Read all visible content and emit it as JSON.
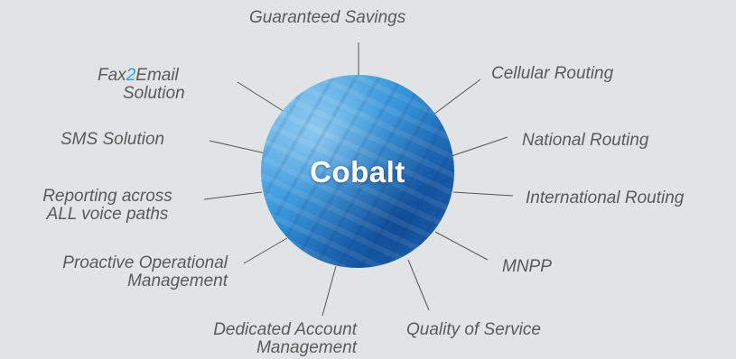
{
  "center": {
    "title": "Cobalt"
  },
  "features": {
    "guaranteed_savings": "Guaranteed Savings",
    "cellular_routing": "Cellular Routing",
    "national_routing": "National Routing",
    "international_routing": "International Routing",
    "mnpp": "MNPP",
    "quality_of_service": "Quality of Service",
    "dedicated_account": {
      "line1": "Dedicated Account",
      "line2": "Management"
    },
    "proactive_operational": {
      "line1": "Proactive Operational",
      "line2": "Management"
    },
    "reporting": {
      "line1": "Reporting across",
      "line2": "ALL voice paths"
    },
    "sms_solution": "SMS Solution",
    "fax2email": {
      "pre": "Fax",
      "accent": "2",
      "post": "Email",
      "line2": "Solution"
    }
  },
  "colors": {
    "background": "#e2e3e4",
    "text": "#5a5a5a",
    "accent": "#1aa7e8",
    "connector": "#555555"
  }
}
